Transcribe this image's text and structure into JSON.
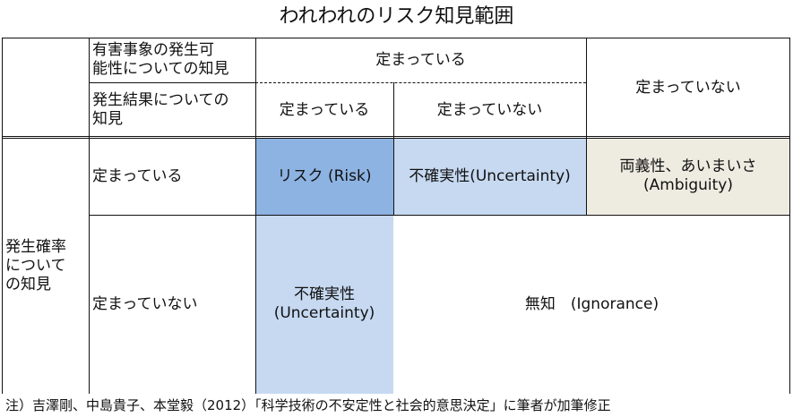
{
  "title": "われわれのリスク知見範囲",
  "header": {
    "row1_label": "有害事象の発生可能性についての知見",
    "row1_line1": "有害事象の発生可",
    "row1_line2": "能性についての知見",
    "defined": "定まっている",
    "undefined": "定まっていない",
    "row2_line1": "発生結果についての",
    "row2_line2": "知見",
    "col_defined": "定まっている",
    "col_undefined": "定まっていない"
  },
  "side": {
    "line1": "発生確率",
    "line2": "について",
    "line3": "の知見"
  },
  "rows": {
    "defined_label": "定まっている",
    "undefined_label": "定まっていない"
  },
  "cells": {
    "risk": "リスク (Risk)",
    "uncertainty_1": "不確実性(Uncertainty)",
    "ambiguity_line1": "両義性、あいまいさ",
    "ambiguity_line2": "(Ambiguity)",
    "uncertainty_2_line1": "不確実性",
    "uncertainty_2_line2": "(Uncertainty)",
    "ignorance": "無知　(Ignorance)"
  },
  "colors": {
    "risk": "#8db3e2",
    "uncertainty": "#c6d9f1",
    "ambiguity": "#eeece1"
  },
  "footnote": "注）吉澤剛、中島貴子、本堂毅（2012）「科学技術の不安定性と社会的意思決定」に筆者が加筆修正"
}
